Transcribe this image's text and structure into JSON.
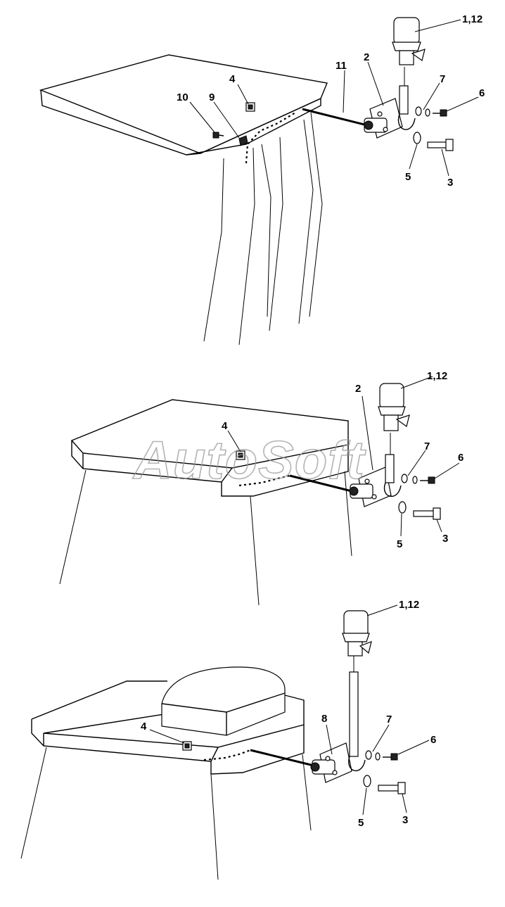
{
  "watermark": "AutoSoft",
  "views": [
    {
      "id": "top",
      "labels": {
        "beacon": "1,12",
        "bracket": "2",
        "bolt": "3",
        "nut": "4",
        "washer": "5",
        "screw": "6",
        "small_washer": "7",
        "clip": "9",
        "screw_b": "10",
        "cable": "11"
      }
    },
    {
      "id": "middle",
      "labels": {
        "beacon": "1,12",
        "bracket": "2",
        "bolt": "3",
        "nut": "4",
        "washer": "5",
        "screw": "6",
        "small_washer": "7"
      }
    },
    {
      "id": "bottom",
      "labels": {
        "beacon": "1,12",
        "bracket": "8",
        "bolt": "3",
        "nut": "4",
        "washer": "5",
        "screw": "6",
        "small_washer": "7"
      }
    }
  ]
}
